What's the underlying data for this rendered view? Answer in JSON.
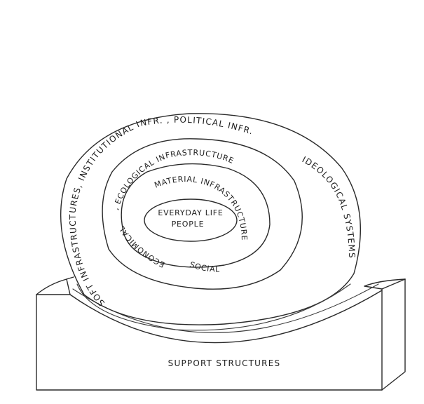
{
  "diagram": {
    "labels": {
      "center_line1": "EVERYDAY LIFE",
      "center_line2": "PEOPLE",
      "material": "MATERIAL INFRASTRUCTURE",
      "ecological": ", ECOLOGICAL INFRASTRUCTURE",
      "economical": "ECONOMICAL",
      "social": "SOCIAL",
      "outer_top": "SOFT INFRASTRUCTURES, INSTITUTIONAL INFR. , POLITICAL INFR.",
      "outer_right": "IDEOLOGICAL SYSTEMS",
      "base": "SUPPORT STRUCTURES"
    }
  }
}
